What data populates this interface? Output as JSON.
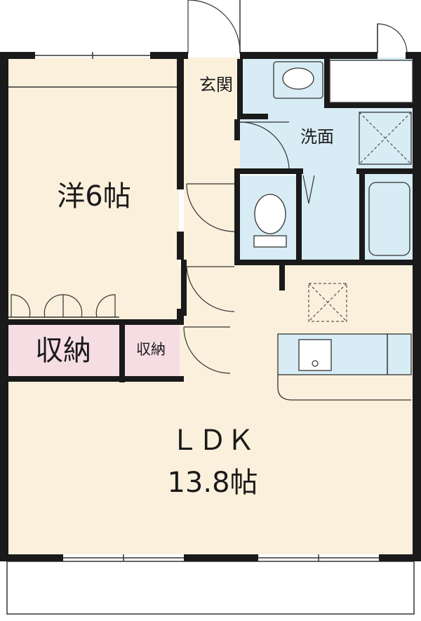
{
  "colors": {
    "wood_floor": "#fbf0dc",
    "closet": "#f6dde4",
    "wet_area": "#d8ecf5",
    "wall": "#1a1a1a",
    "hall": "#fbf0dc"
  },
  "rooms": {
    "western_room": {
      "name": "洋6帖"
    },
    "closet_large": {
      "name": "収納"
    },
    "closet_small": {
      "name": "収納"
    },
    "entrance": {
      "name": "玄関"
    },
    "washroom": {
      "name": "洗面"
    },
    "ldk": {
      "name": "ＬＤＫ",
      "size": "13.8帖"
    }
  }
}
